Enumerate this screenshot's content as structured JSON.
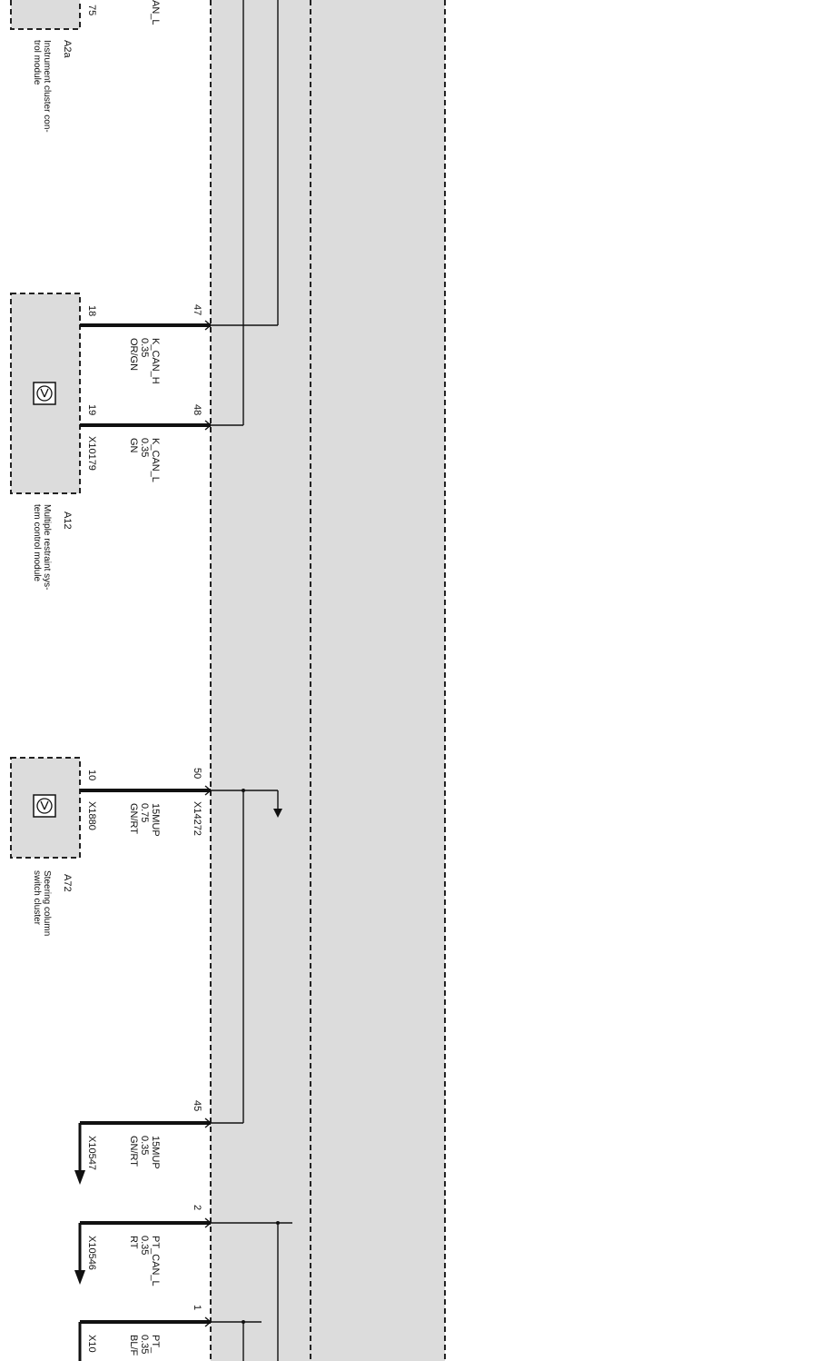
{
  "components": {
    "a2a": {
      "pin_top": "75",
      "signal_top": "AN_L",
      "ref": "A2a",
      "name_line1": "Instrument cluster con-",
      "name_line2": "trol module"
    },
    "a12": {
      "ref": "A12",
      "name_line1": "Multiple restraint sys-",
      "name_line2": "tem control module",
      "connector": "X10179",
      "pin_a": "18",
      "pin_b": "19"
    },
    "a72": {
      "ref": "A72",
      "name_line1": "Steering column",
      "name_line2": "switch cluster",
      "connector": "X1880",
      "pin": "10"
    }
  },
  "gateway": {
    "connector": "X14272"
  },
  "wires": [
    {
      "pin": "47",
      "signal": "K_CAN_H",
      "gauge": "0.35",
      "color": "OR/GN"
    },
    {
      "pin": "48",
      "signal": "K_CAN_L",
      "gauge": "0.35",
      "color": "GN"
    },
    {
      "pin": "50",
      "signal": "15MUP",
      "gauge": "0.75",
      "color": "GN/RT"
    },
    {
      "pin": "45",
      "signal": "15MUP",
      "gauge": "0.35",
      "color": "GN/RT",
      "connector": "X10547"
    },
    {
      "pin": "2",
      "signal": "PT_CAN_L",
      "gauge": "0.35",
      "color": "RT",
      "connector": "X10546"
    },
    {
      "pin": "1",
      "signal": "PT_",
      "gauge": "0.35",
      "color": "BL/F",
      "connector": "X10"
    }
  ]
}
